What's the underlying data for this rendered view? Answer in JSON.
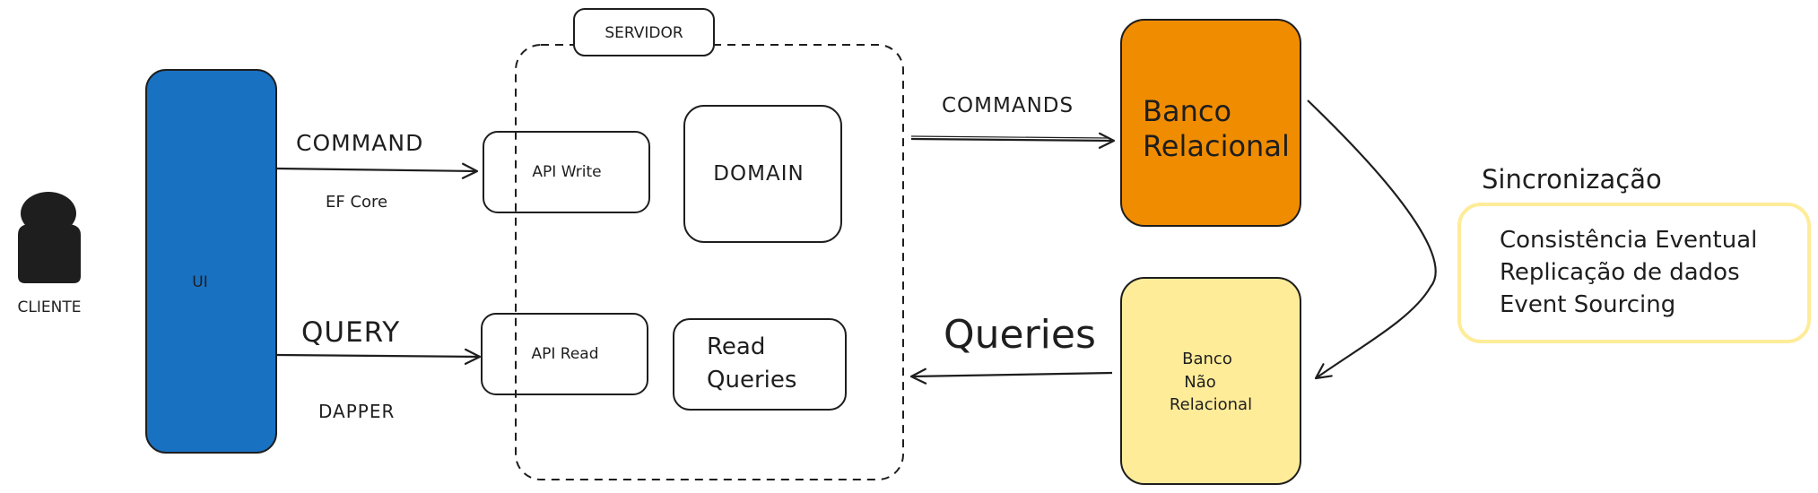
{
  "colors": {
    "ui_fill": "#1971c2",
    "relational_fill": "#f08c00",
    "nonrelational_fill": "#ffec99",
    "sync_border": "#ffec99",
    "stroke": "#1e1e1e"
  },
  "client": {
    "icon": "user-icon",
    "label": "CLIENTE"
  },
  "ui": {
    "label": "UI"
  },
  "command_flow": {
    "label": "COMMAND",
    "sublabel": "EF Core"
  },
  "query_flow": {
    "label": "QUERY",
    "sublabel": "DAPPER"
  },
  "server": {
    "title": "SERVIDOR",
    "api_write": "API Write",
    "api_read": "API Read",
    "domain": "DOMAIN",
    "read_queries": [
      "Read",
      "Queries"
    ]
  },
  "commands_edge": {
    "label": "COMMANDS"
  },
  "queries_edge": {
    "label": "Queries"
  },
  "relational_db": {
    "lines": [
      "Banco",
      "Relacional"
    ]
  },
  "nonrelational_db": {
    "lines": [
      "Banco",
      "Não",
      "Relacional"
    ]
  },
  "sync": {
    "title": "Sincronização",
    "items": [
      "Consistência Eventual",
      "Replicação de dados",
      "Event Sourcing"
    ]
  }
}
